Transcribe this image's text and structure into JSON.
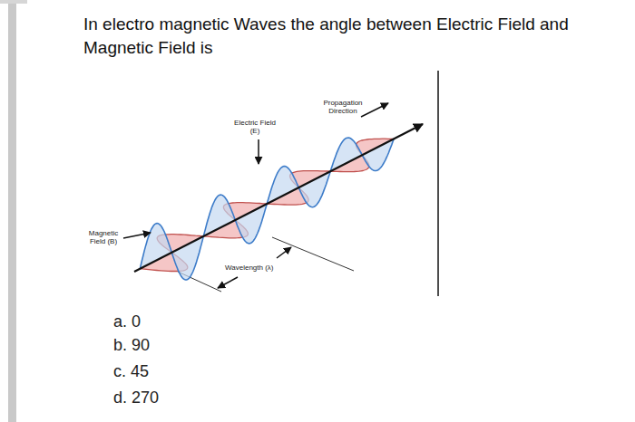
{
  "diagram": {
    "title": "In electro magnetic Waves the angle between Electric Field and Magnetic Field is",
    "labels": [
      "Electric Field (E)",
      "Propagation Direction",
      "Magnetic Field (B)",
      "Wavelength (λ)",
      "a. 0",
      "b. 90",
      "c. 45",
      "d. 270"
    ]
  }
}
